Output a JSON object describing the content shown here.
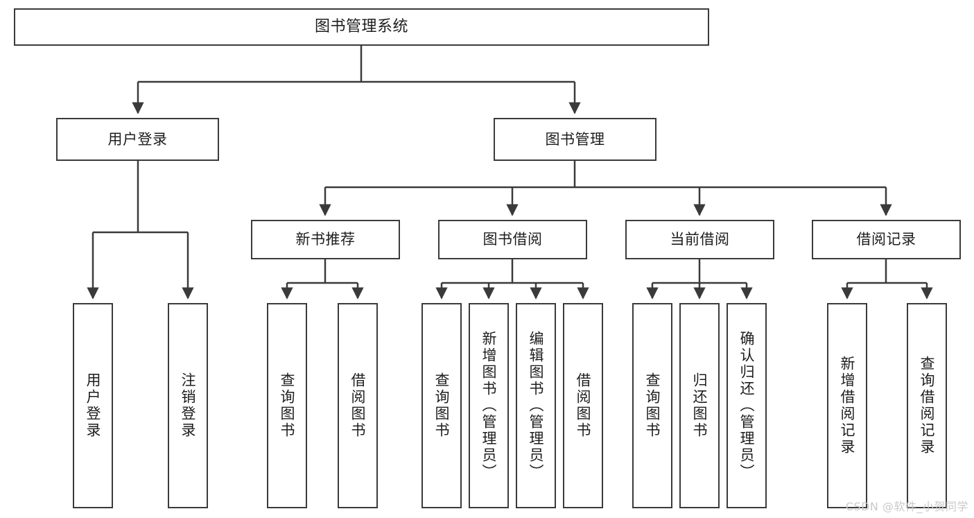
{
  "diagram": {
    "title": "图书管理系统",
    "type": "tree-hierarchy",
    "watermark": "CSDN @软件_小贺同学",
    "colors": {
      "box_border": "#3a3a3a",
      "box_fill": "#ffffff",
      "edge": "#3a3a3a",
      "text": "#1d1d1d",
      "watermark": "#c9c9c9",
      "background": "#ffffff"
    },
    "nodes": {
      "root": {
        "label": "图书管理系统"
      },
      "level2": [
        {
          "label": "用户登录"
        },
        {
          "label": "图书管理"
        }
      ],
      "level3": [
        {
          "label": "新书推荐"
        },
        {
          "label": "图书借阅"
        },
        {
          "label": "当前借阅"
        },
        {
          "label": "借阅记录"
        }
      ],
      "leaves": {
        "user_login": [
          {
            "label": "用户登录"
          },
          {
            "label": "注销登录"
          }
        ],
        "new_book_rec": [
          {
            "label": "查询图书"
          },
          {
            "label": "借阅图书"
          }
        ],
        "book_borrow": [
          {
            "label": "查询图书"
          },
          {
            "label": "新增图书（管理员）"
          },
          {
            "label": "编辑图书（管理员）"
          },
          {
            "label": "借阅图书"
          }
        ],
        "current_borrow": [
          {
            "label": "查询图书"
          },
          {
            "label": "归还图书"
          },
          {
            "label": "确认归还（管理员）"
          }
        ],
        "borrow_records": [
          {
            "label": "新增借阅记录"
          },
          {
            "label": "查询借阅记录"
          }
        ]
      }
    }
  }
}
